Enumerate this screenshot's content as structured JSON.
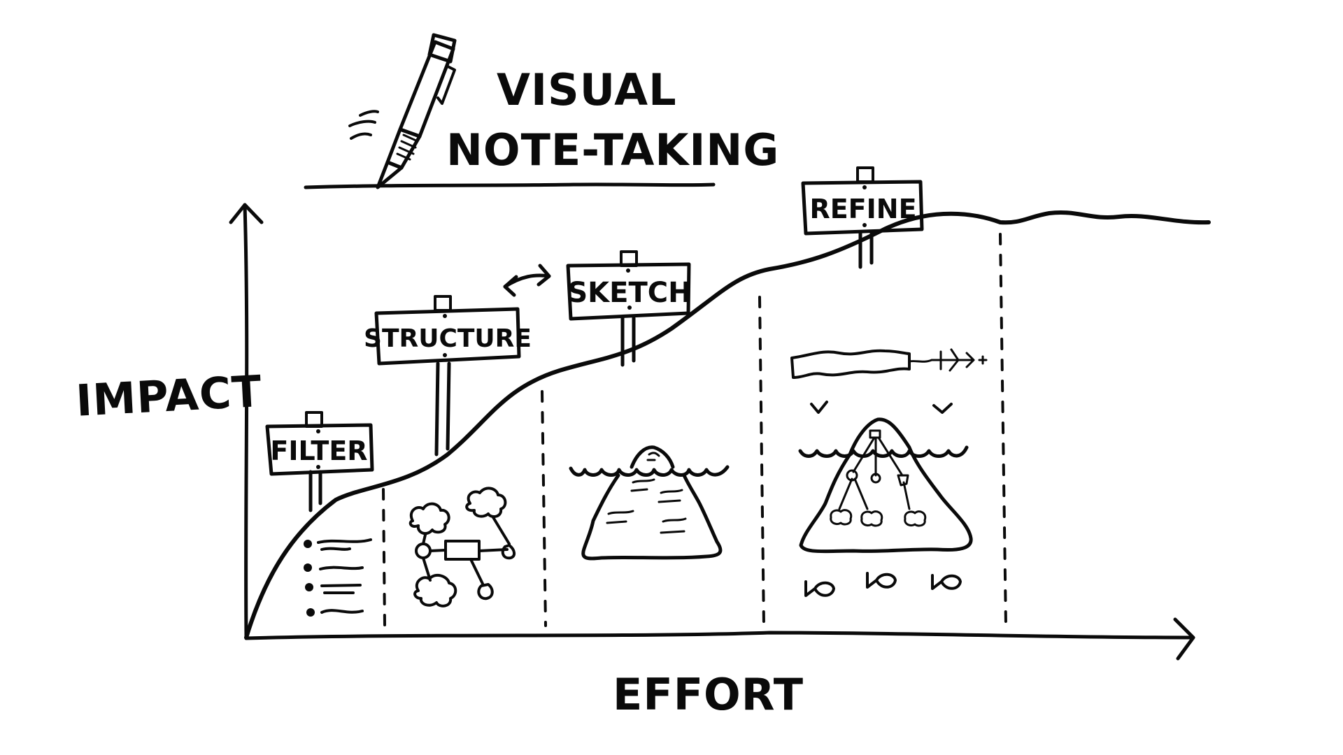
{
  "title": {
    "line1": "VISUAL",
    "line2": "NOTE-TAKING"
  },
  "axes": {
    "y_label": "IMPACT",
    "x_label": "EFFORT"
  },
  "stages": [
    {
      "label": "FILTER",
      "illustration": "bullet-list"
    },
    {
      "label": "STRUCTURE",
      "illustration": "mind-map"
    },
    {
      "label": "SKETCH",
      "illustration": "iceberg"
    },
    {
      "label": "REFINE",
      "illustration": "iceberg-with-map-plane-birds-fish"
    }
  ],
  "icons": {
    "pen": "pen-icon",
    "swap_arrow": "double-arrow-icon"
  },
  "colors": {
    "ink": "#0a0a0a",
    "background": "#ffffff"
  }
}
